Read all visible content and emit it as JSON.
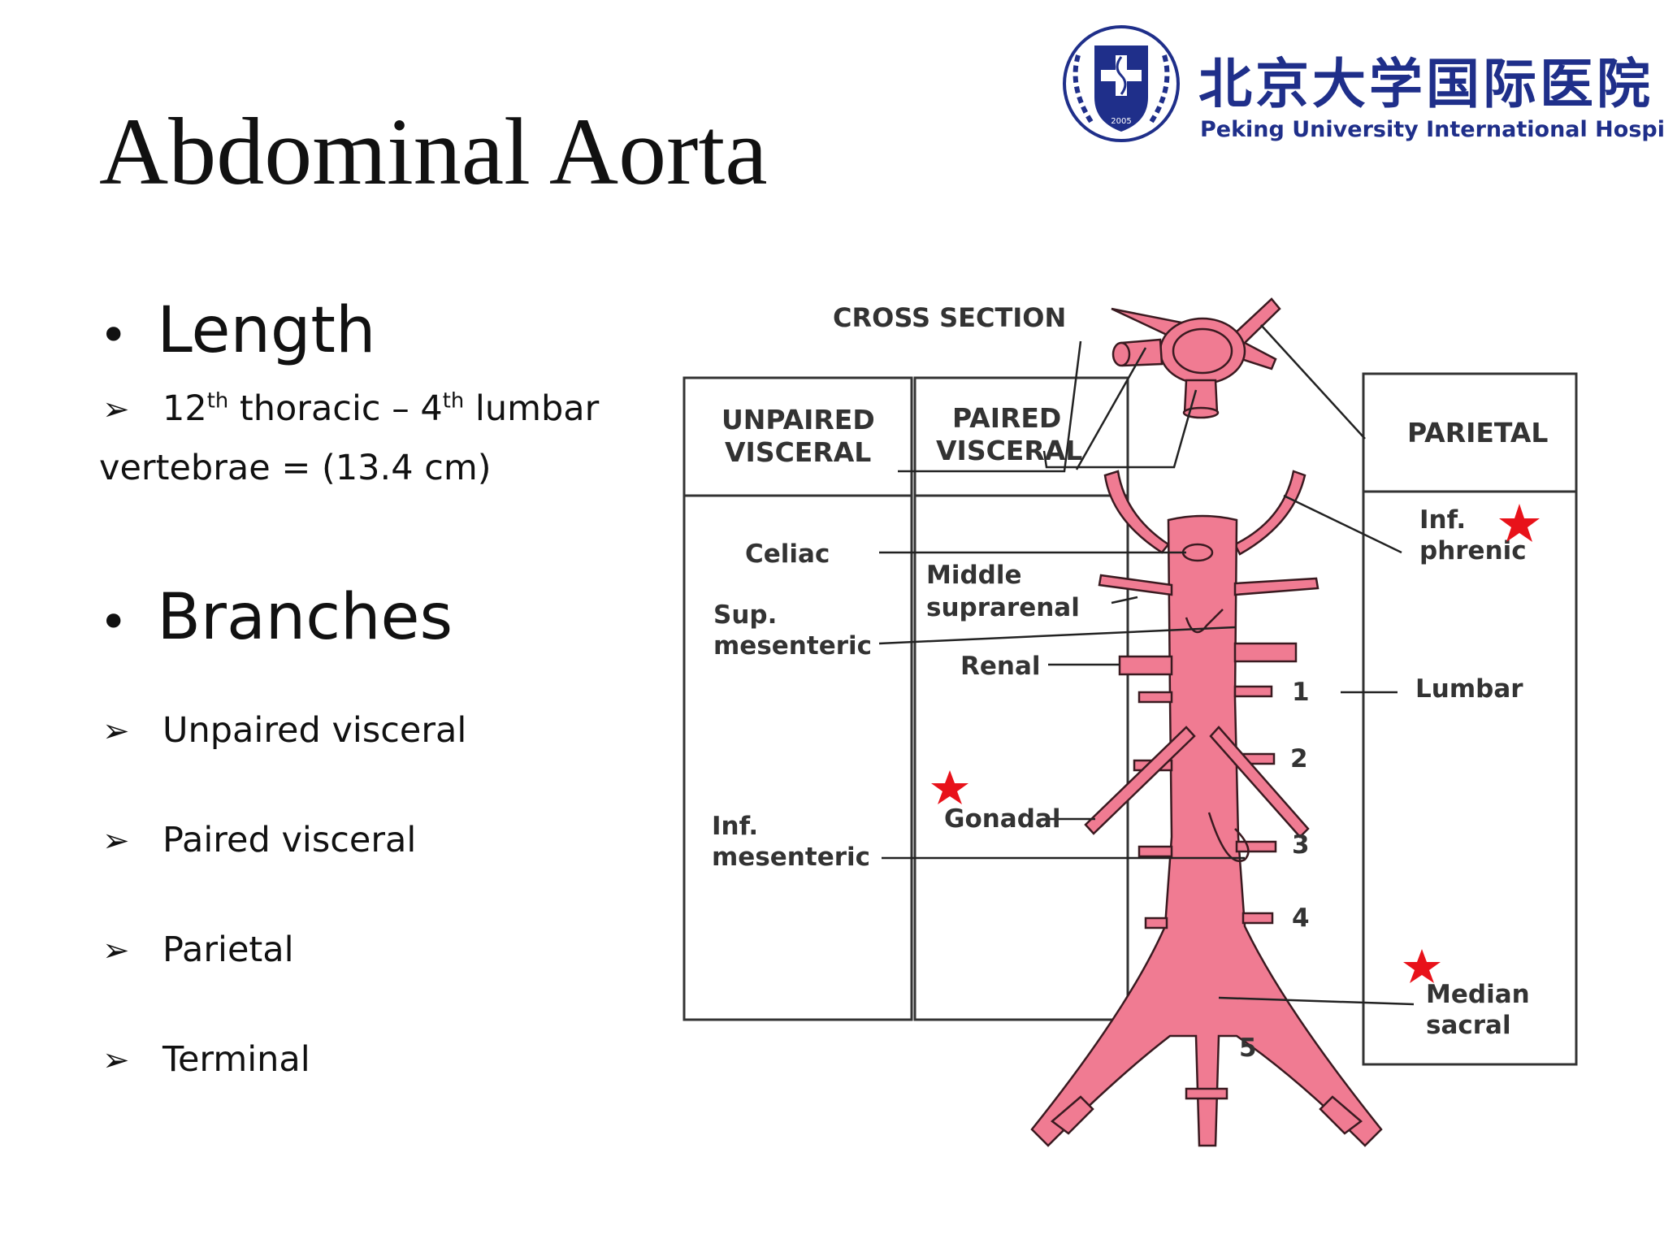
{
  "slide": {
    "title": "Abdominal Aorta"
  },
  "logo": {
    "cn": "北京大学国际医院",
    "en": "Peking University International Hospital",
    "year": "2005"
  },
  "left": {
    "length": {
      "heading": "Length",
      "detail_pre": "12",
      "detail_sup1": "th",
      "detail_mid": " thoracic – 4",
      "detail_sup2": "th",
      "detail_post": " lumbar",
      "detail_line2": "vertebrae = (13.4 cm)"
    },
    "branches": {
      "heading": "Branches",
      "items": [
        "Unpaired visceral",
        "Paired visceral",
        "Parietal",
        "Terminal"
      ]
    }
  },
  "diagram": {
    "cross_section": "CROSS SECTION",
    "boxes": {
      "unpaired_1": "UNPAIRED",
      "unpaired_2": "VISCERAL",
      "paired_1": "PAIRED",
      "paired_2": "VISCERAL",
      "parietal": "PARIETAL"
    },
    "labels": {
      "celiac": "Celiac",
      "sup1": "Sup.",
      "sup2": "mesenteric",
      "middle1": "Middle",
      "middle2": "suprarenal",
      "renal": "Renal",
      "gonadal": "Gonadal",
      "inf1": "Inf.",
      "inf2": "mesenteric",
      "infphr1": "Inf.",
      "infphr2": "phrenic",
      "lumbar": "Lumbar",
      "median1": "Median",
      "median2": "sacral"
    },
    "numbers": [
      "1",
      "2",
      "3",
      "4",
      "5"
    ],
    "colors": {
      "vessel": "#f07b92",
      "star": "#e8121a",
      "logo": "#1f2f8a"
    }
  }
}
